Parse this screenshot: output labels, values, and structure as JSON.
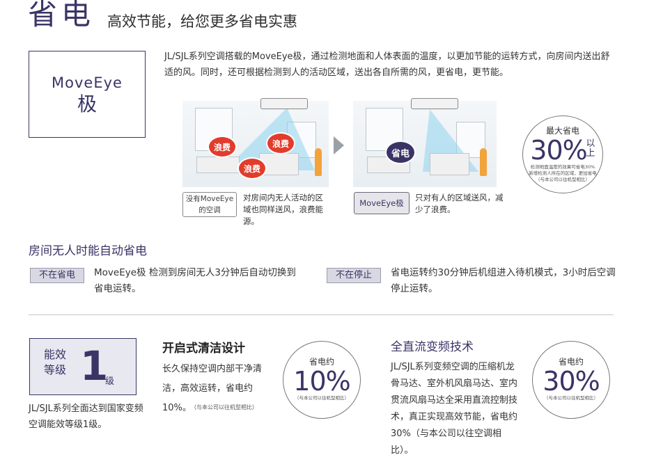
{
  "header": {
    "title": "省电",
    "subtitle": "高效节能，给您更多省电实惠"
  },
  "moveeye": {
    "box_line1": "MoveEye",
    "box_line2": "极",
    "description": "JL/SJL系列空调搭载的MoveEye极，通过检测地面和人体表面的温度，以更加节能的运转方式，向房间内送出舒适的风。同时，还可根据检测到人的活动区域，送出各自所需的风，更省电，更节能。",
    "waste_tag": "浪费",
    "save_tag": "省电",
    "left_caption_box": "没有MoveEye\n的空调",
    "left_caption": "对房间内无人活动的区域也同样送风，浪费能源。",
    "right_caption_box": "MoveEye极",
    "right_caption": "只对有人的区域送风，减少了浪费。",
    "circle": {
      "top": "最大省电",
      "value": "30%",
      "suffix": "以上",
      "note": "检测地面温度的效果可省电30%\n新增检测人所在的区域，更加省电\n（与本公司以往机型相比）"
    }
  },
  "auto_save": {
    "title": "房间无人时能自动省电",
    "badge1": "不在省电",
    "text1": "MoveEye极  检测到房间无人3分钟后自动切换到省电运转。",
    "badge2": "不在停止",
    "text2": "省电运转约30分钟后机组进入待机模式，3小时后空调停止运转。"
  },
  "energy": {
    "label_text": "能效\n等级",
    "label_num": "1",
    "label_unit": "级",
    "desc": "JL/SJL系列全面达到国家变频空调能效等级1级。"
  },
  "clean": {
    "title": "开启式清洁设计",
    "desc": "长久保持空调内部干净清洁，高效运转，省电约10%。",
    "note": "（与本公司以往机型相比）",
    "circle": {
      "top": "省电约",
      "value": "10%",
      "note": "（与本公司以往机型相比）"
    }
  },
  "dc": {
    "title": "全直流变频技术",
    "desc": "JL/SJL系列变频空调的压缩机龙骨马达、室外机风扇马达、室内贯流风扇马达全采用直流控制技术，真正实现高效节能，省电约30%（与本公司以往空调相比）。",
    "circle": {
      "top": "省电约",
      "value": "30%",
      "note": "（与本公司以往机型相比）"
    }
  },
  "colors": {
    "brand": "#3a3466",
    "waste": "#e23c2c",
    "beam": "#8fd3ee"
  }
}
